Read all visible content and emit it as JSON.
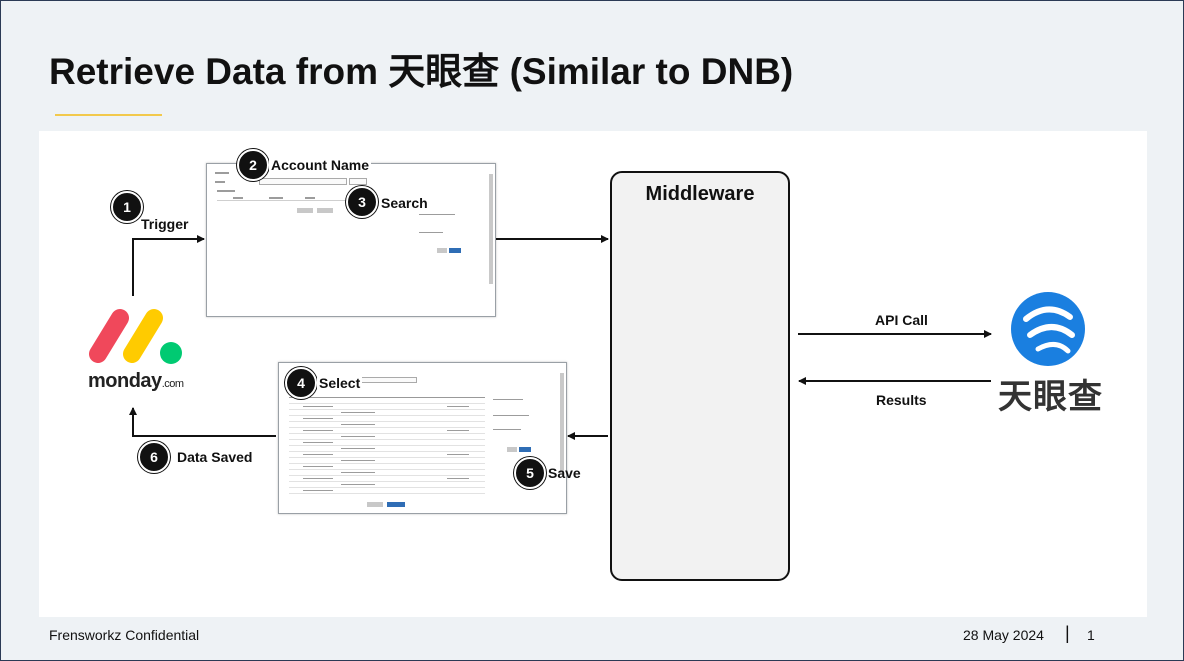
{
  "slide": {
    "title": "Retrieve Data from 天眼查 (Similar to DNB)"
  },
  "steps": [
    {
      "number": "1",
      "label": "Trigger"
    },
    {
      "number": "2",
      "label": "Account Name"
    },
    {
      "number": "3",
      "label": "Search"
    },
    {
      "number": "4",
      "label": "Select"
    },
    {
      "number": "5",
      "label": "Save"
    },
    {
      "number": "6",
      "label": "Data Saved"
    }
  ],
  "middleware": {
    "title": "Middleware"
  },
  "connections": {
    "api_call": "API Call",
    "results": "Results"
  },
  "logos": {
    "monday": {
      "word": "monday",
      "suffix": ".com",
      "colors": [
        "#f0485b",
        "#ffcb00",
        "#00ca72"
      ]
    },
    "tianyancha": {
      "word": "天眼查",
      "color": "#1a7fe0"
    }
  },
  "footer": {
    "confidential": "Frensworkz Confidential",
    "date": "28 May 2024",
    "separator": "|",
    "page": "1"
  }
}
